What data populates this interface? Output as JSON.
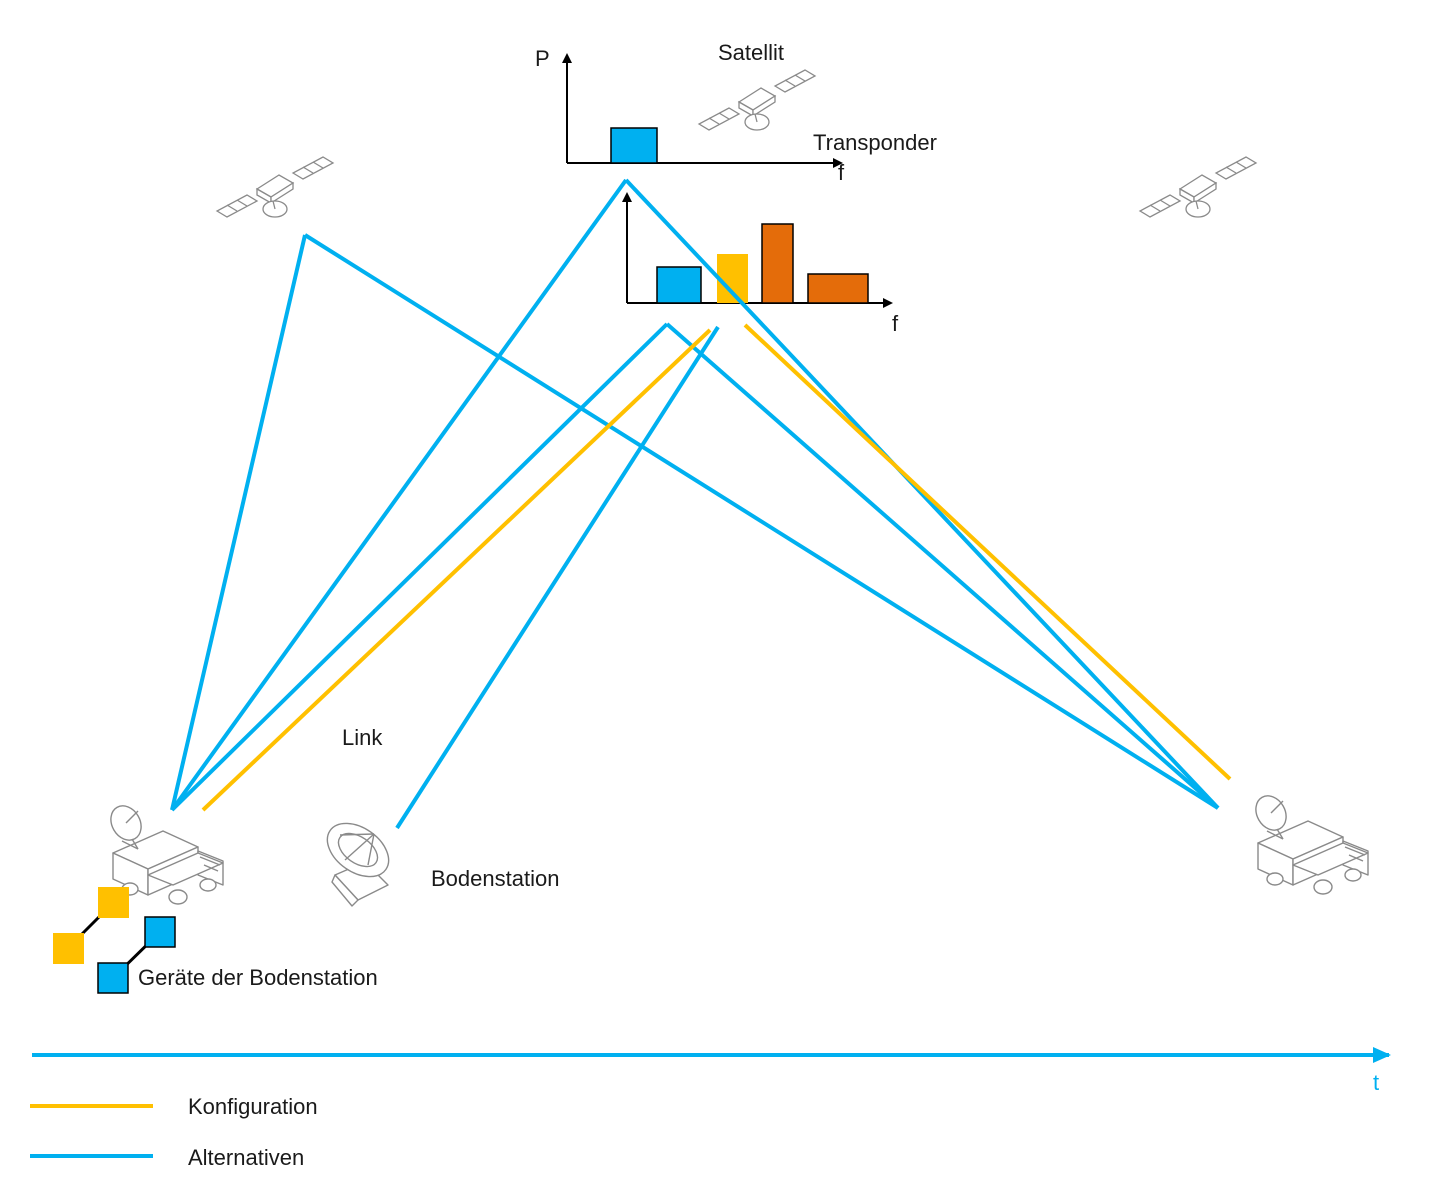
{
  "labels": {
    "satellite": "Satellit",
    "transponder": "Transponder",
    "axis_p": "P",
    "axis_f_top": "f",
    "axis_f_mid": "f",
    "link": "Link",
    "ground_station": "Bodenstation",
    "devices": "Geräte der Bodenstation",
    "time_axis": "t"
  },
  "legend": [
    {
      "label": "Konfiguration",
      "color": "#FFC000"
    },
    {
      "label": "Alternativen",
      "color": "#00B0F0"
    }
  ],
  "colors": {
    "alternative": "#00B0F0",
    "configuration": "#FFC000",
    "occupied": "#E46C0A",
    "axis": "#000000",
    "icon": "#888888"
  },
  "icons": {
    "satellite": "satellite-icon",
    "truck": "sat-truck-icon",
    "dish": "dish-antenna-icon"
  }
}
